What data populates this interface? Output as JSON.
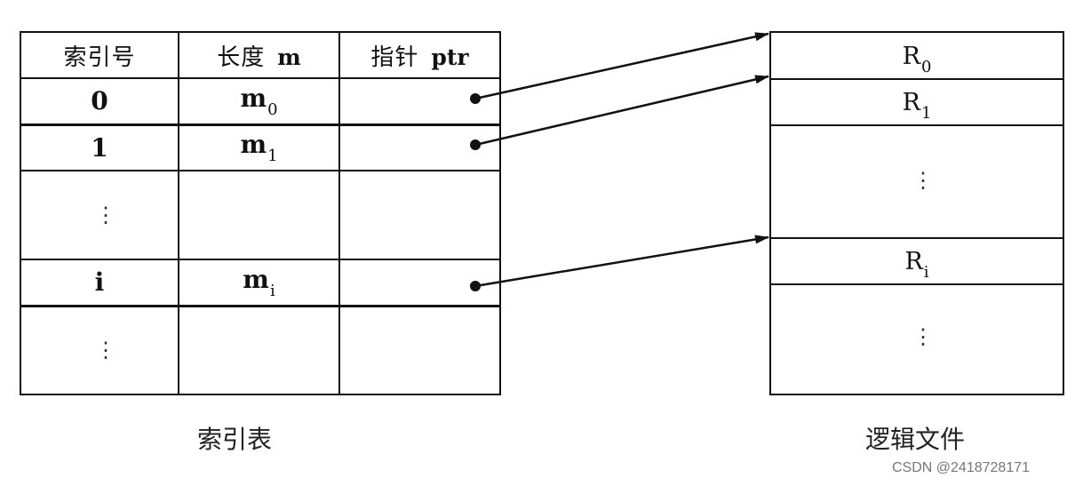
{
  "index_table": {
    "headers": {
      "index_cn": "索引号",
      "length_cn": "长度",
      "length_sym": "m",
      "pointer_cn": "指针",
      "pointer_sym": "ptr"
    },
    "rows": [
      {
        "index": "0",
        "length_base": "m",
        "length_sub": "0",
        "has_pointer": true
      },
      {
        "index": "1",
        "length_base": "m",
        "length_sub": "1",
        "has_pointer": true
      },
      {
        "index": "⋮",
        "length_base": "",
        "length_sub": "",
        "has_pointer": false
      },
      {
        "index": "i",
        "length_base": "m",
        "length_sub": "i",
        "has_pointer": true
      },
      {
        "index": "⋮",
        "length_base": "",
        "length_sub": "",
        "has_pointer": false
      }
    ],
    "caption": "索引表"
  },
  "logical_file": {
    "records": [
      {
        "base": "R",
        "sub": "0"
      },
      {
        "base": "R",
        "sub": "1"
      },
      {
        "base": "⋮",
        "sub": ""
      },
      {
        "base": "R",
        "sub": "i"
      },
      {
        "base": "⋮",
        "sub": ""
      }
    ],
    "caption": "逻辑文件"
  },
  "watermark": "CSDN @2418728171",
  "colors": {
    "line": "#111111",
    "background": "#ffffff"
  }
}
